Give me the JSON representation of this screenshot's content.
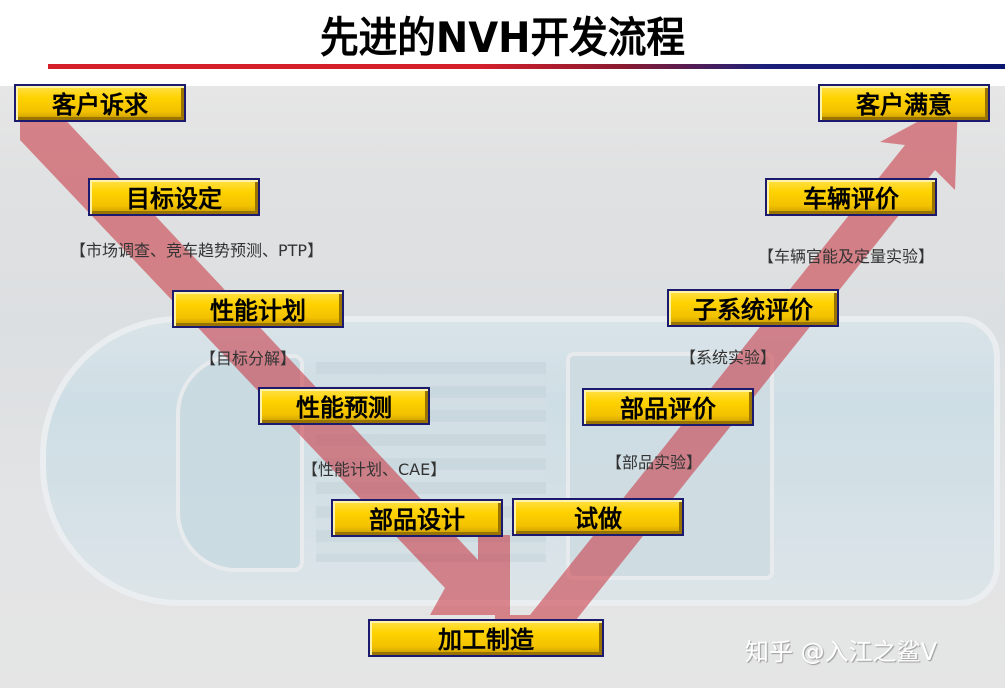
{
  "title": "先进的NVH开发流程",
  "colors": {
    "box_fill": "#FFD200",
    "box_border": "#1C1A6E",
    "arrow": "#D98A90",
    "rule_left": "#D41F2B",
    "rule_right": "#0A1670"
  },
  "left_branch": [
    {
      "label": "客户诉求",
      "note": ""
    },
    {
      "label": "目标设定",
      "note": "【市场调查、竞车趋势预测、PTP】"
    },
    {
      "label": "性能计划",
      "note": "【目标分解】"
    },
    {
      "label": "性能预测",
      "note": "【性能计划、CAE】"
    },
    {
      "label": "部品设计",
      "note": ""
    }
  ],
  "bottom": {
    "label": "加工制造"
  },
  "right_branch": [
    {
      "label": "试做",
      "note": ""
    },
    {
      "label": "部品评价",
      "note": "【部品实验】"
    },
    {
      "label": "子系统评价",
      "note": "【系统实验】"
    },
    {
      "label": "车辆评价",
      "note": "【车辆官能及定量实验】"
    },
    {
      "label": "客户满意",
      "note": ""
    }
  ],
  "watermark": "知乎 @入江之鲨V"
}
